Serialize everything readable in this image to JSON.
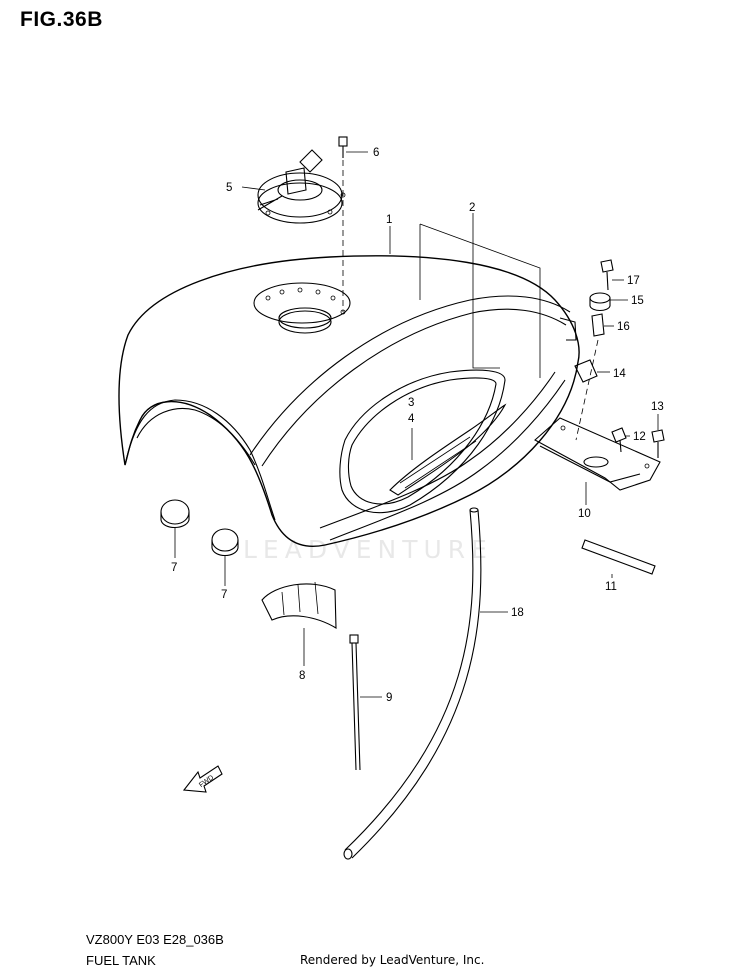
{
  "header": {
    "figure": "FIG.36B"
  },
  "footer": {
    "model_code": "VZ800Y E03 E28_036B",
    "part_name": "FUEL TANK",
    "credit": "Rendered by LeadVenture, Inc."
  },
  "watermark": {
    "text": "LEADVENTURE"
  },
  "direction_marker": "FWD",
  "callouts": [
    {
      "id": "c1",
      "label": "1"
    },
    {
      "id": "c2",
      "label": "2"
    },
    {
      "id": "c3",
      "label": "3"
    },
    {
      "id": "c4",
      "label": "4"
    },
    {
      "id": "c5",
      "label": "5"
    },
    {
      "id": "c6",
      "label": "6"
    },
    {
      "id": "c7a",
      "label": "7"
    },
    {
      "id": "c7b",
      "label": "7"
    },
    {
      "id": "c8",
      "label": "8"
    },
    {
      "id": "c9",
      "label": "9"
    },
    {
      "id": "c10",
      "label": "10"
    },
    {
      "id": "c11",
      "label": "11"
    },
    {
      "id": "c12",
      "label": "12"
    },
    {
      "id": "c13",
      "label": "13"
    },
    {
      "id": "c14",
      "label": "14"
    },
    {
      "id": "c15",
      "label": "15"
    },
    {
      "id": "c16",
      "label": "16"
    },
    {
      "id": "c17",
      "label": "17"
    },
    {
      "id": "c18",
      "label": "18"
    }
  ]
}
